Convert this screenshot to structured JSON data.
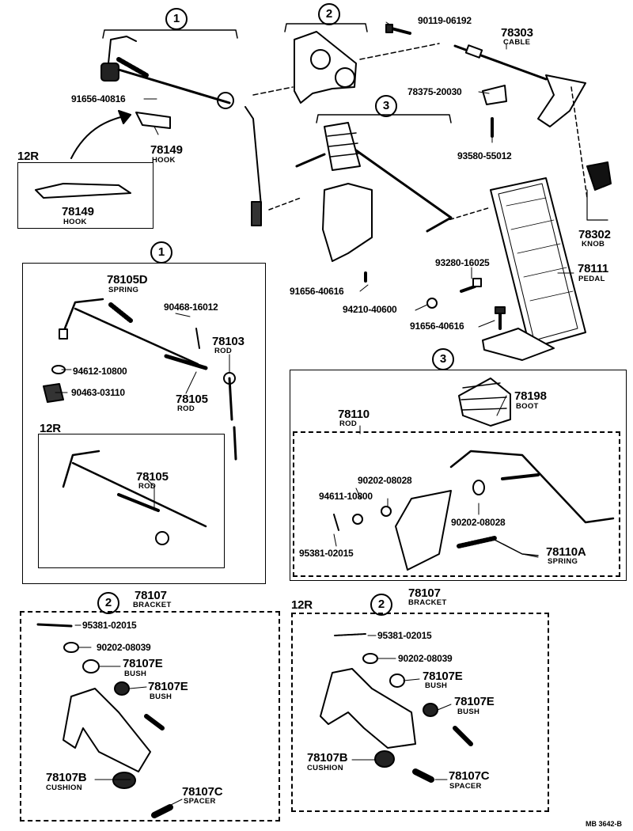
{
  "diagram": {
    "section_markers": [
      "1",
      "2",
      "3",
      "1",
      "3",
      "2",
      "2"
    ],
    "variant_tag": "12R",
    "parts": {
      "p90119": "90119-06192",
      "p78303": "78303",
      "p78303_name": "CABLE",
      "p78375": "78375-20030",
      "p91656_a": "91656-40816",
      "p78149": "78149",
      "p78149_name": "HOOK",
      "p93580": "93580-55012",
      "p78302": "78302",
      "p78302_name": "KNOB",
      "p93280": "93280-16025",
      "p78111": "78111",
      "p78111_name": "PEDAL",
      "p91656_b": "91656-40616",
      "p94210": "94210-40600",
      "p91656_c": "91656-40616",
      "p78105D": "78105D",
      "p78105D_name": "SPRING",
      "p90468": "90468-16012",
      "p78103": "78103",
      "p78103_name": "ROD",
      "p94612": "94612-10800",
      "p90463": "90463-03110",
      "p78105": "78105",
      "p78105_name": "ROD",
      "p78198": "78198",
      "p78198_name": "BOOT",
      "p78110": "78110",
      "p78110_name": "ROD",
      "p90202_a": "90202-08028",
      "p94611": "94611-10800",
      "p90202_b": "90202-08028",
      "p95381_a": "95381-02015",
      "p78110A": "78110A",
      "p78110A_name": "SPRING",
      "p78107": "78107",
      "p78107_name": "BRACKET",
      "p95381_b": "95381-02015",
      "p90202_c": "90202-08039",
      "p78107E": "78107E",
      "p78107E_name": "BUSH",
      "p78107B": "78107B",
      "p78107B_name": "CUSHION",
      "p78107C": "78107C",
      "p78107C_name": "SPACER"
    },
    "drawing_code": "MB 3642-B"
  }
}
